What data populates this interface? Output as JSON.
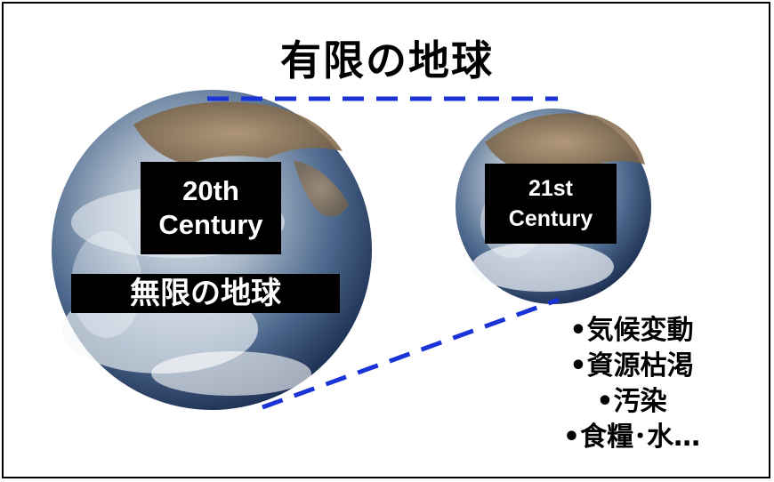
{
  "slide": {
    "title": "有限の地球",
    "globe_20th": {
      "line1": "20th",
      "line2": "Century",
      "caption": "無限の地球"
    },
    "globe_21st": {
      "line1": "21st",
      "line2": "Century"
    },
    "issues": [
      "•気候変動",
      "•資源枯渇",
      "•汚染",
      "•食糧･水…"
    ]
  },
  "colors": {
    "dash_line": "#1a33d6",
    "ocean": "#2b4e7e",
    "cloud": "#e8eef6",
    "land": "#a0825a"
  },
  "icons": [
    "earth-globe-large",
    "earth-globe-small"
  ]
}
